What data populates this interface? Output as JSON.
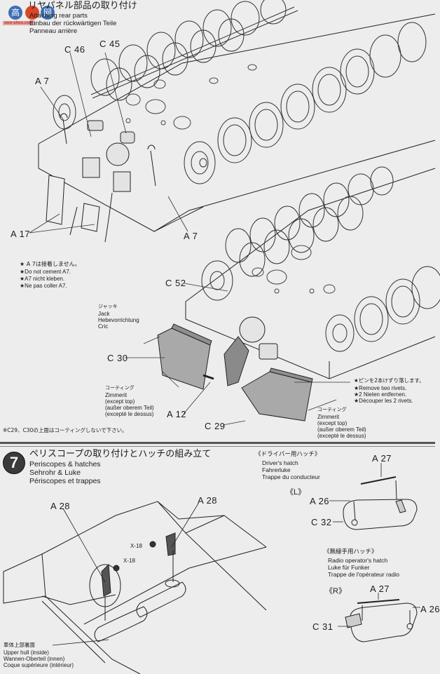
{
  "watermark": {
    "glyph_1": "高",
    "glyph_2": "网",
    "url_text": "ooo-shou.com"
  },
  "section_rear": {
    "title_jp": "リヤパネル部品の取り付け",
    "title_en": "Attaching rear parts",
    "title_de": "Einbau der rückwärtigen Teile",
    "title_fr": "Panneau arrière",
    "part_labels": [
      "C 46",
      "C 45",
      "A 7",
      "A 17",
      "A 7"
    ],
    "note": {
      "jp": "★ A 7は接着しません。",
      "en": "★Do not cement A7.",
      "de": "★A7 nicht kleben.",
      "fr": "★Ne pas coller A7."
    }
  },
  "section_jack": {
    "part_labels": {
      "c52": "C 52",
      "c30": "C 30",
      "a12": "A 12",
      "c29": "C 29"
    },
    "jack_label": {
      "jp": "ジャッキ",
      "en": "Jack",
      "de": "Hebevorrichtung",
      "fr": "Cric"
    },
    "zimmerit_left": {
      "jp": "コーティング",
      "en": "Zimmerit",
      "l1": "(except top)",
      "l2": "(außer oberem Teil)",
      "l3": "(excepté le dessus)"
    },
    "zimmerit_right": {
      "jp": "コーティング",
      "en": "Zimmerit",
      "l1": "(except top)",
      "l2": "(außer oberem Teil)",
      "l3": "(excepté le dessus)"
    },
    "rivet_note": {
      "jp": "★ピンを2本けずり落します。",
      "en": "★Remove two rivets.",
      "de": "★2 Nieten entfernen.",
      "fr": "★Découper les 2 rivets."
    },
    "footnote": "※C29、C30の上面はコーティングしないで下さい。"
  },
  "step7": {
    "number": "7",
    "title_jp": "ペリスコープの取り付けとハッチの組み立て",
    "title_en": "Periscopes & hatches",
    "title_de": "Sehrohr & Luke",
    "title_fr": "Périscopes et trappes",
    "part_labels": {
      "a28_left": "A 28",
      "a28_right": "A 28",
      "x18_left": "X-18",
      "x18_right": "X-18"
    },
    "hull_label": {
      "jp": "車体上部裏面",
      "en": "Upper hull (inside)",
      "de": "Wannen-Oberteil (innen)",
      "fr": "Coque supérieure (intérieur)"
    },
    "driver_hatch": {
      "jp": "《ドライバー用ハッチ》",
      "en": "Driver's hatch",
      "de": "Fahrerluke",
      "fr": "Trappe du conducteur",
      "side": "《L》",
      "labels": {
        "a27": "A 27",
        "a26": "A 26",
        "c32": "C 32"
      }
    },
    "radio_hatch": {
      "jp": "《無線手用ハッチ》",
      "en": "Radio operator's hatch",
      "de": "Luke für Funker",
      "fr": "Trappe de l'opérateur radio",
      "side": "《R》",
      "labels": {
        "a27": "A 27",
        "a26": "A 26",
        "c31": "C 31"
      }
    }
  }
}
